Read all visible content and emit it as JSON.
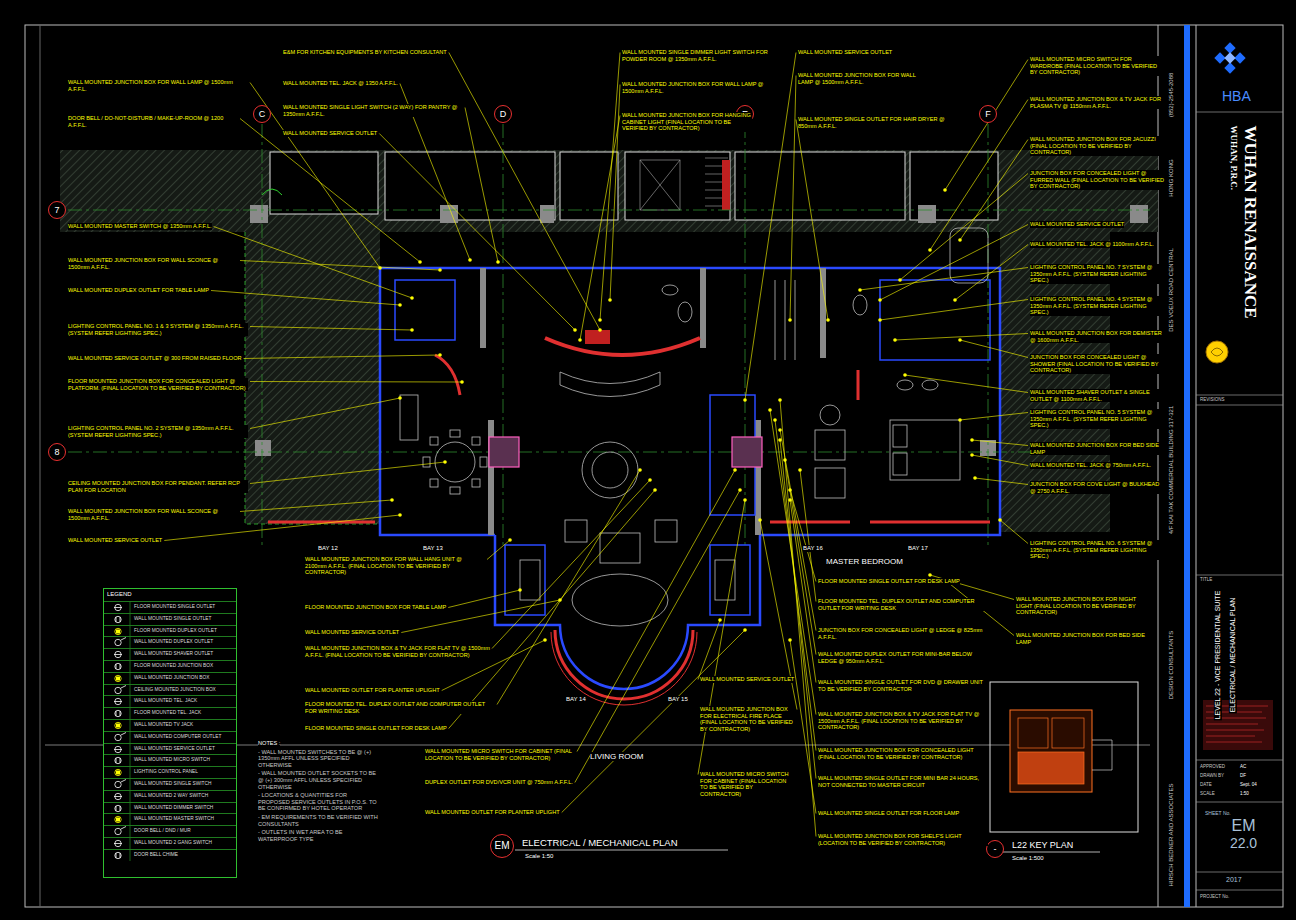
{
  "diagram": {
    "title": "ELECTRICAL / MECHANICAL PLAN",
    "nodes": [
      {
        "text": [
          "C"
        ]
      },
      {
        "text": [
          "D"
        ]
      },
      {
        "text": [
          "E"
        ]
      },
      {
        "text": [
          "F"
        ]
      },
      {
        "text": [
          "7"
        ]
      },
      {
        "text": [
          "8"
        ]
      },
      {
        "text": [
          "EM"
        ]
      },
      {
        "text": [
          "-"
        ]
      },
      {
        "text": [
          "LEGEND"
        ]
      },
      {
        "text": [
          "WUHAN RENAISSANCE",
          "WUHAN, P.R.C."
        ]
      },
      {
        "text": [
          "SHEET No.",
          "EM",
          "22.0"
        ]
      }
    ],
    "labels": [
      "WALL MOUNTED JUNCTION BOX FOR WALL LAMP @ 1500mm A.F.F.L.",
      "DOOR BELL / DO-NOT-DISTURB / MAKE-UP-ROOM @ 1200 A.F.F.L.",
      "WALL MOUNTED MASTER SWITCH @ 1350mm A.F.F.L.",
      "WALL MOUNTED JUNCTION BOX FOR WALL SCONCE @ 1500mm A.F.F.L.",
      "WALL MOUNTED DUPLEX OUTLET FOR TABLE LAMP",
      "LIGHTING CONTROL PANEL NO. 1 & 3 SYSTEM @ 1350mm A.F.F.L. (SYSTEM REFER LIGHTING SPEC.)",
      "WALL MOUNTED SERVICE OUTLET @ 300 FROM RAISED FLOOR",
      "FLOOR MOUNTED JUNCTION BOX FOR CONCEALED LIGHT @ PLATFORM. (FINAL LOCATION TO BE VERIFIED BY CONTRACTOR)",
      "LIGHTING CONTROL PANEL NO. 2 SYSTEM @ 1350mm A.F.F.L. (SYSTEM REFER LIGHTING SPEC.)",
      "CEILING MOUNTED JUNCTION BOX FOR PENDANT. REFER RCP PLAN FOR LOCATION",
      "WALL MOUNTED JUNCTION BOX FOR WALL SCONCE @ 1500mm A.F.F.L.",
      "WALL MOUNTED SERVICE OUTLET",
      "E&M FOR KITCHEN EQUIPMENTS BY KITCHEN CONSULTANT",
      "WALL MOUNTED TEL. JACK @ 1350 A.F.F.L.",
      "WALL MOUNTED SINGLE LIGHT SWITCH (2 WAY) FOR PANTRY @ 1350mm A.F.F.L.",
      "WALL MOUNTED SERVICE OUTLET",
      "WALL MOUNTED SINGLE DIMMER LIGHT SWITCH FOR POWDER ROOM @ 1350mm A.F.F.L.",
      "WALL MOUNTED JUNCTION BOX FOR WALL LAMP @ 1500mm A.F.F.L.",
      "WALL MOUNTED JUNCTION BOX FOR HANGING CABINET LIGHT (FINAL LOCATION TO BE VERIFIED BY CONTRACTOR)",
      "WALL MOUNTED SERVICE OUTLET",
      "WALL MOUNTED JUNCTION BOX FOR WALL LAMP @ 1500mm A.F.F.L.",
      "WALL MOUNTED SINGLE OUTLET FOR HAIR DRYER @ 850mm A.F.F.L.",
      "WALL MOUNTED MICRO SWITCH FOR WARDROBE (FINAL LOCATION TO BE VERIFIED BY CONTRACTOR)",
      "WALL MOUNTED JUNCTION BOX & TV JACK FOR PLASMA TV @ 1150mm A.F.F.L.",
      "WALL MOUNTED JUNCTION BOX FOR JACUZZI (FINAL LOCATION TO BE VERIFIED BY CONTRACTOR)",
      "JUNCTION BOX FOR CONCEALED LIGHT @ FURRED WALL (FINAL LOCATION TO BE VERIFIED BY CONTRACTOR)",
      "WALL MOUNTED SERVICE OUTLET",
      "WALL MOUNTED TEL. JACK @ 1100mm A.F.F.L.",
      "LIGHTING CONTROL PANEL NO. 7 SYSTEM @ 1350mm A.F.F.L. (SYSTEM REFER LIGHTING SPEC.)",
      "LIGHTING CONTROL PANEL NO. 4 SYSTEM @ 1350mm A.F.F.L. (SYSTEM REFER LIGHTING SPEC.)",
      "WALL MOUNTED JUNCTION BOX FOR DEMISTER @ 1600mm A.F.F.L.",
      "JUNCTION BOX FOR CONCEALED LIGHT @ SHOWER (FINAL LOCATION TO BE VERIFIED BY CONTRACTOR)",
      "WALL MOUNTED SHAVER OUTLET & SINGLE OUTLET @ 1100mm A.F.F.L.",
      "LIGHTING CONTROL PANEL NO. 5 SYSTEM @ 1350mm A.F.F.L. (SYSTEM REFER LIGHTING SPEC.)",
      "WALL MOUNTED JUNCTION BOX FOR BED SIDE LAMP",
      "WALL MOUNTED TEL. JACK @ 750mm A.F.F.L.",
      "JUNCTION BOX FOR COVE LIGHT @ BULKHEAD @ 2750 A.F.F.L.",
      "LIGHTING CONTROL PANEL NO. 6 SYSTEM @ 1350mm A.F.F.L. (SYSTEM REFER LIGHTING SPEC.)",
      "WALL MOUNTED JUNCTION BOX FOR NIGHT LIGHT (FINAL LOCATION TO BE VERIFIED BY CONTRACTOR)",
      "WALL MOUNTED JUNCTION BOX FOR BED SIDE LAMP",
      "WALL MOUNTED JUNCTION BOX FOR WALL HANG UNIT @ 2100mm A.F.F.L. (FINAL LOCATION TO BE VERIFIED BY CONTRACTOR)",
      "FLOOR MOUNTED JUNCTION BOX FOR TABLE LAMP",
      "WALL MOUNTED SERVICE OUTLET",
      "WALL MOUNTED JUNCTION BOX & TV JACK FOR FLAT TV @ 1500mm A.F.F.L. (FINAL LOCATION TO BE VERIFIED BY CONTRACTOR)",
      "WALL MOUNTED OUTLET FOR PLANTER UPLIGHT",
      "FLOOR MOUNTED TEL. DUPLEX OUTLET AND COMPUTER OUTLET FOR WRITING DESK",
      "FLOOR MOUNTED SINGLE OUTLET FOR DESK LAMP",
      "WALL MOUNTED MICRO SWITCH FOR CABINET (FINAL LOCATION TO BE VERIFIED BY CONTRACTOR)",
      "DUPLEX OUTLET FOR DVD/VCR UNIT @ 750mm A.F.F.L.",
      "WALL MOUNTED OUTLET FOR PLANTER UPLIGHT",
      "WALL MOUNTED SERVICE OUTLET",
      "WALL MOUNTED JUNCTION BOX FOR ELECTRICAL FIRE PLACE (FINAL LOCATION TO BE VERIFIED BY CONTRACTOR)",
      "WALL MOUNTED MICRO SWITCH FOR CABINET (FINAL LOCATION TO BE VERIFIED BY CONTRACTOR)",
      "FLOOR MOUNTED SINGLE OUTLET FOR DESK LAMP",
      "FLOOR MOUNTED TEL. DUPLEX OUTLET AND COMPUTER OUTLET FOR WRITING DESK",
      "JUNCTION BOX FOR CONCEALED LIGHT @ LEDGE @ 825mm A.F.F.L.",
      "WALL MOUNTED DUPLEX OUTLET FOR MINI-BAR BELOW LEDGE @ 950mm A.F.F.L.",
      "WALL MOUNTED SINGLE OUTLET FOR DVD @ DRAWER UNIT TO BE VERIFIED BY CONTRACTOR",
      "WALL MOUNTED JUNCTION BOX & TV JACK FOR FLAT TV @ 1500mm A.F.F.L. (FINAL LOCATION TO BE VERIFIED BY CONTRACTOR)",
      "WALL MOUNTED JUNCTION BOX FOR CONCEALED LIGHT (FINAL LOCATION TO BE VERIFIED BY CONTRACTOR)",
      "WALL MOUNTED SINGLE OUTLET FOR MINI BAR 24 HOURS, NOT CONNECTED TO MASTER CIRCUIT",
      "WALL MOUNTED SINGLE OUTLET FOR FLOOR LAMP",
      "WALL MOUNTED JUNCTION BOX FOR SHELF'S LIGHT (LOCATION TO BE VERIFIED BY CONTRACTOR)",
      "BAY 12",
      "BAY 13",
      "BAY 14",
      "BAY 15",
      "BAY 16",
      "BAY 17",
      "MASTER BEDROOM",
      "LIVING ROOM",
      "Scale 1:50",
      "L22 KEY PLAN",
      "Scale 1:500",
      "NOTES :",
      "- WALL MOUNTED SWITCHES TO BE @ (+) 1350mm AFFL UNLESS SPECIFIED OTHERWISE",
      "- WALL MOUNTED OUTLET SOCKETS TO BE @ (+) 300mm AFFL UNLESS SPECIFIED OTHERWISE",
      "- LOCATIONS & QUANTITIES FOR PROPOSED SERVICE OUTLETS IN P.O.S. TO BE CONFIRMED BY HOTEL OPERATOR",
      "- EM REQUIREMENTS TO BE VERIFIED WITH CONSULTANTS",
      "- OUTLETS IN WET AREA TO BE WATERPROOF TYPE",
      "(852)-2545-2088",
      "HONG KONG",
      "DES VOEUX ROAD CENTRAL",
      "4/F KAI TAK COMMERCIAL BUILDING 317-321",
      "DESIGN CONSULTANTS",
      "HIRSCH BEDNER AND ASSOCIATES",
      "HBA",
      "REVISIONS",
      "TITLE",
      "LEVEL 22 - VICE PRESIDENTIAL SUITE",
      "ELECTRICAL / MECHANICAL PLAN",
      "APPROVED",
      "AC",
      "DRAWN BY",
      "DF",
      "DATE",
      "Sept. 04",
      "SCALE",
      "1:50",
      "2017",
      "PROJECT No."
    ],
    "legend": [
      {
        "text": "FLOOR MOUNTED SINGLE OUTLET"
      },
      {
        "text": "WALL MOUNTED SINGLE OUTLET"
      },
      {
        "text": "FLOOR MOUNTED DUPLEX OUTLET"
      },
      {
        "text": "WALL MOUNTED DUPLEX OUTLET"
      },
      {
        "text": "WALL MOUNTED SHAVER OUTLET"
      },
      {
        "text": "FLOOR MOUNTED JUNCTION BOX"
      },
      {
        "text": "WALL MOUNTED JUNCTION BOX"
      },
      {
        "text": "CEILING MOUNTED JUNCTION BOX"
      },
      {
        "text": "WALL MOUNTED TEL. JACK"
      },
      {
        "text": "FLOOR MOUNTED TEL. JACK"
      },
      {
        "text": "WALL MOUNTED TV JACK"
      },
      {
        "text": "WALL MOUNTED COMPUTER OUTLET"
      },
      {
        "text": "WALL MOUNTED SERVICE OUTLET"
      },
      {
        "text": "WALL MOUNTED MICRO SWITCH"
      },
      {
        "text": "LIGHTING CONTROL PANEL"
      },
      {
        "text": "WALL MOUNTED SINGLE SWITCH"
      },
      {
        "text": "WALL MOUNTED 2 WAY SWITCH"
      },
      {
        "text": "WALL MOUNTED DIMMER SWITCH"
      },
      {
        "text": "WALL MOUNTED MASTER SWITCH"
      },
      {
        "text": "DOOR BELL / DND / MUR"
      },
      {
        "text": "WALL MOUNTED 2 GANG SWITCH"
      },
      {
        "text": "DOOR BELL CHIME"
      }
    ]
  }
}
